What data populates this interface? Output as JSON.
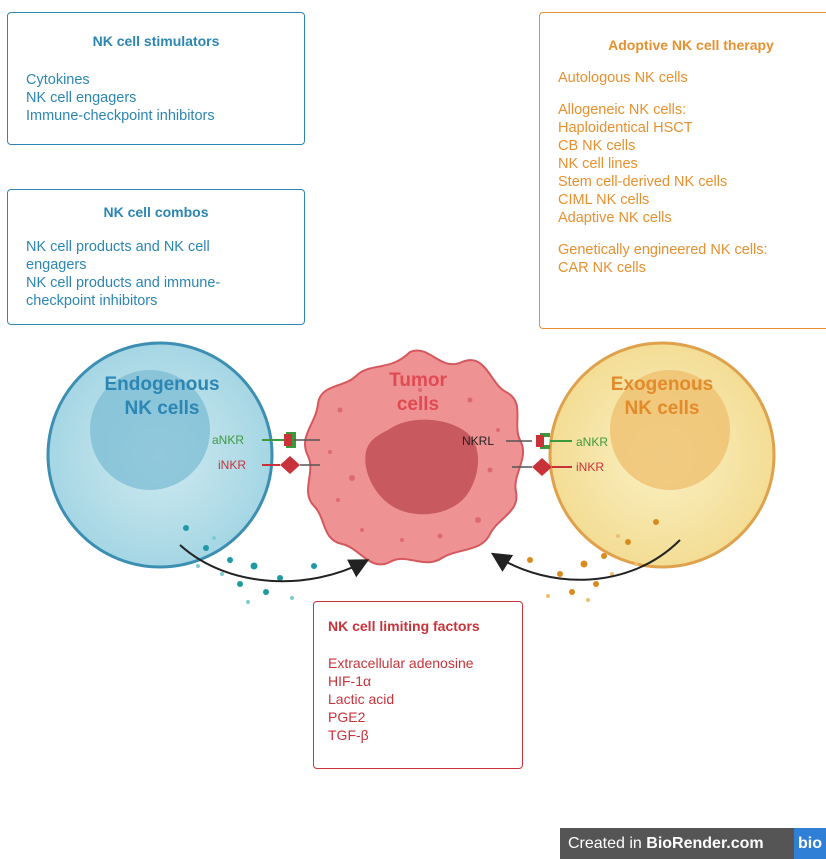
{
  "stimulators": {
    "title": "NK cell stimulators",
    "items": [
      "Cytokines",
      "NK cell engagers",
      "Immune-checkpoint inhibitors"
    ]
  },
  "combos": {
    "title": "NK cell combos",
    "items": [
      "NK cell products and NK cell",
      "engagers",
      "NK cell products and immune-",
      "checkpoint inhibitors"
    ]
  },
  "adoptive": {
    "title": "Adoptive NK cell therapy",
    "group1": [
      "Autologous NK cells"
    ],
    "group2": [
      "Allogeneic NK cells:",
      "Haploidentical HSCT",
      "CB NK cells",
      "NK cell lines",
      "Stem cell-derived NK cells",
      "CIML NK cells",
      "Adaptive NK cells"
    ],
    "group3": [
      "Genetically engineered NK cells:",
      "CAR NK cells"
    ]
  },
  "limiting": {
    "title": "NK cell limiting factors",
    "items": [
      "Extracellular adenosine",
      "HIF-1α",
      "Lactic acid",
      "PGE2",
      "TGF-β"
    ]
  },
  "cells": {
    "endogenous": [
      "Endogenous",
      "NK cells"
    ],
    "tumor": [
      "Tumor",
      "cells"
    ],
    "exogenous": [
      "Exogenous",
      "NK cells"
    ]
  },
  "receptors": {
    "left_activating": "aNKR",
    "left_inhibitory": "iNKR",
    "ligand": "NKRL",
    "right_activating": "aNKR",
    "right_inhibitory": "iNKR"
  },
  "credit": {
    "prefix": "Created in ",
    "brand": "BioRender.com",
    "tag": "bio"
  },
  "colors": {
    "blue": "#2b86b3",
    "orange": "#e8902e",
    "red": "#c8333a",
    "green": "#3c9a3c"
  }
}
